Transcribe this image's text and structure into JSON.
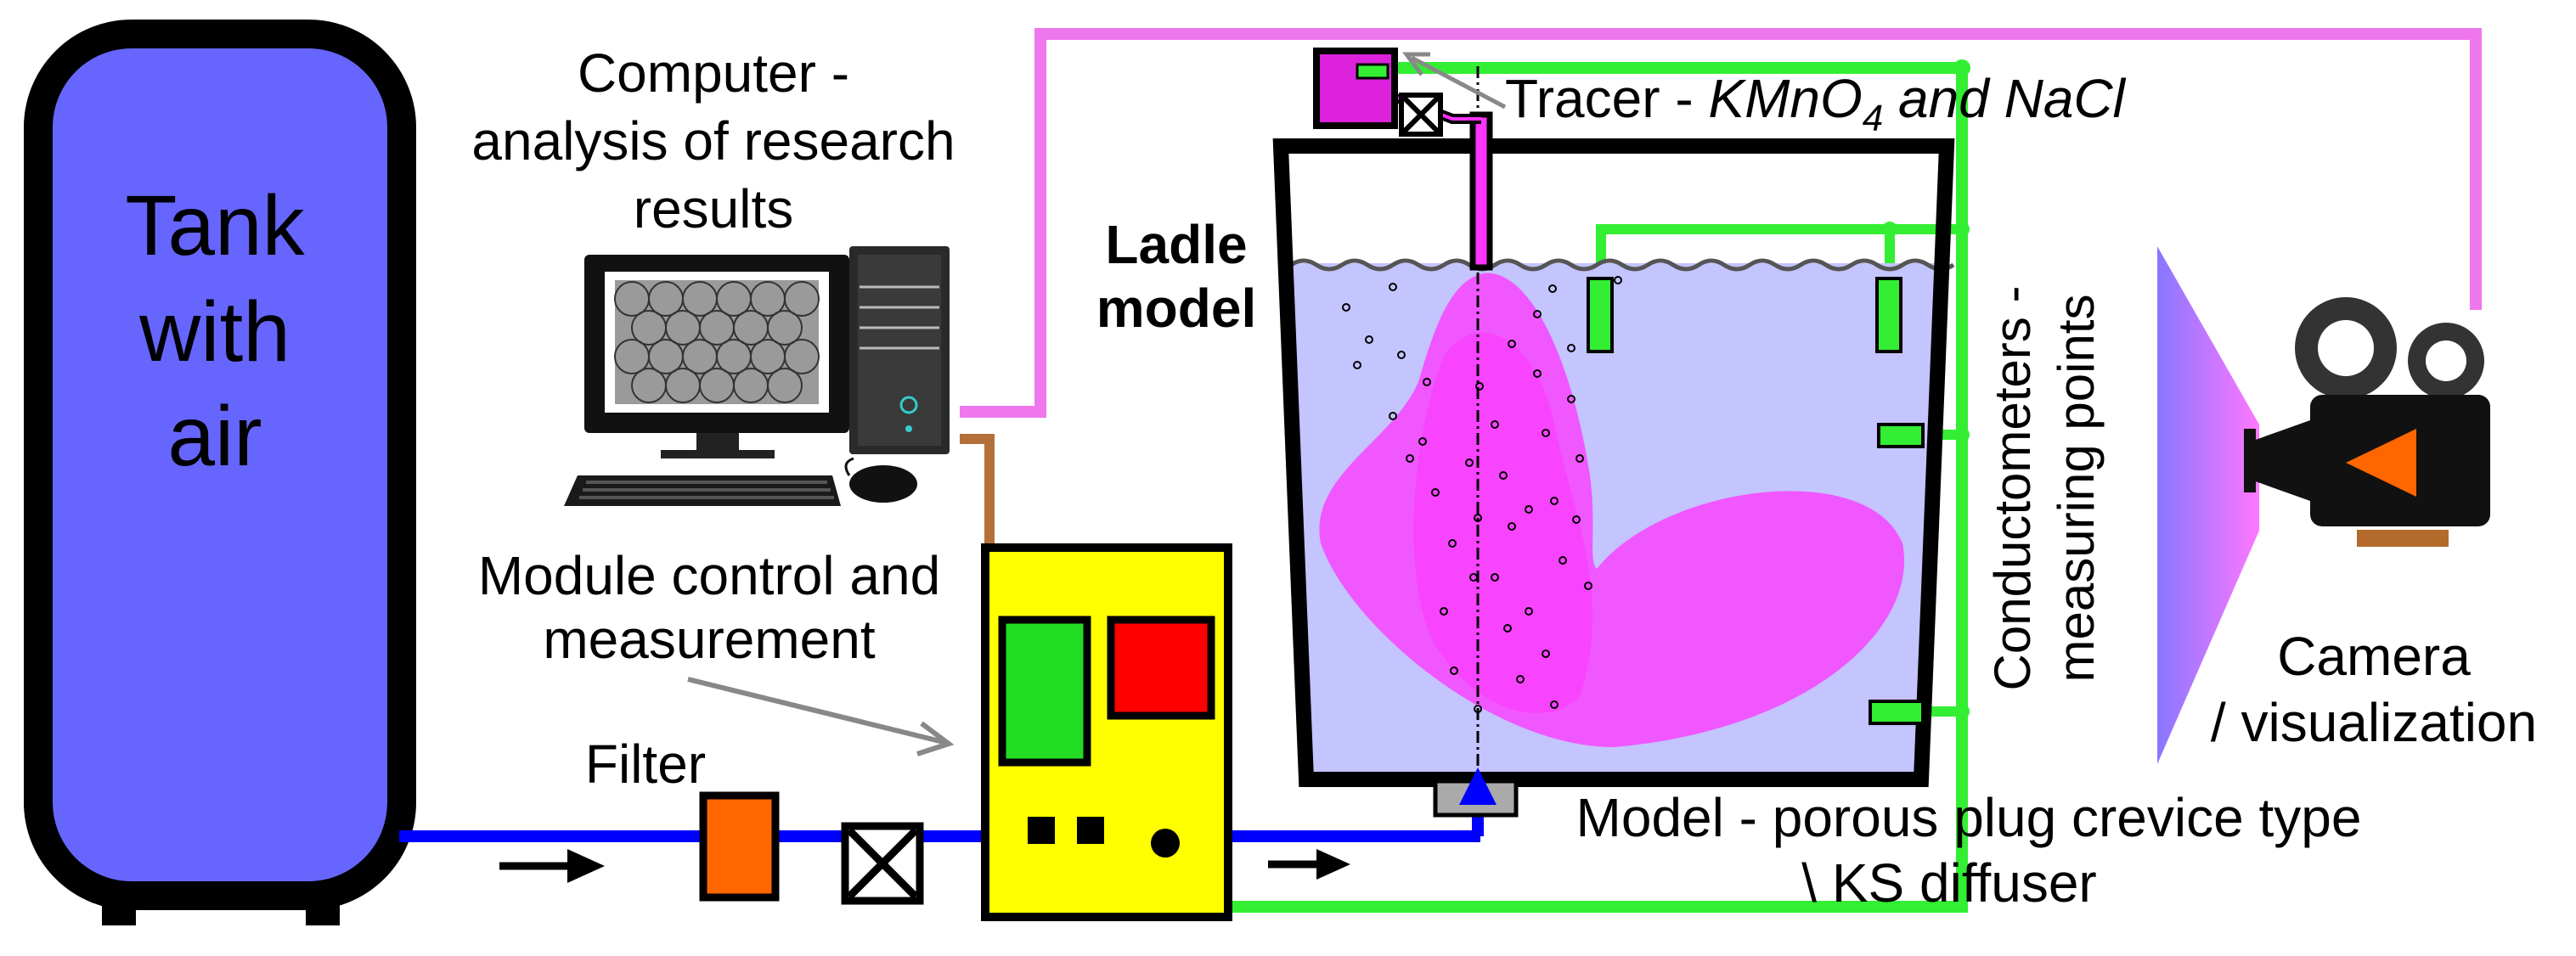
{
  "labels": {
    "tank": [
      "Tank",
      "with",
      "air"
    ],
    "computer": [
      "Computer -",
      "analysis of research",
      "results"
    ],
    "ladle": [
      "Ladle",
      "model"
    ],
    "tracer_prefix": "Tracer - ",
    "tracer_chem1": "KMnO",
    "tracer_sub": "4",
    "tracer_rest": " and NaCl",
    "conductometers": [
      "Conductometers -",
      "measuring points"
    ],
    "camera": [
      "Camera",
      "/ visualization"
    ],
    "module": [
      "Module control and",
      "measurement"
    ],
    "filter": "Filter",
    "plug": [
      "Model - porous plug crevice type",
      "\\ KS diffuser"
    ]
  },
  "colors": {
    "tank_fill": "#6666ff",
    "air_pipe": "#0000ff",
    "green_wire": "#33ee33",
    "violet_wire": "#ee77ee",
    "brown_wire": "#b3703a",
    "water": "#c4c4ff",
    "plume": "#ff33ff",
    "module_body": "#ffff00",
    "filter_fill": "#ff6600",
    "screen_red": "#ff0000",
    "screen_green": "#22dd22"
  },
  "icons": [
    "arrow-right-icon",
    "valve-icon",
    "computer-icon",
    "camera-icon",
    "conductometer-probe-icon",
    "porous-plug-icon"
  ]
}
